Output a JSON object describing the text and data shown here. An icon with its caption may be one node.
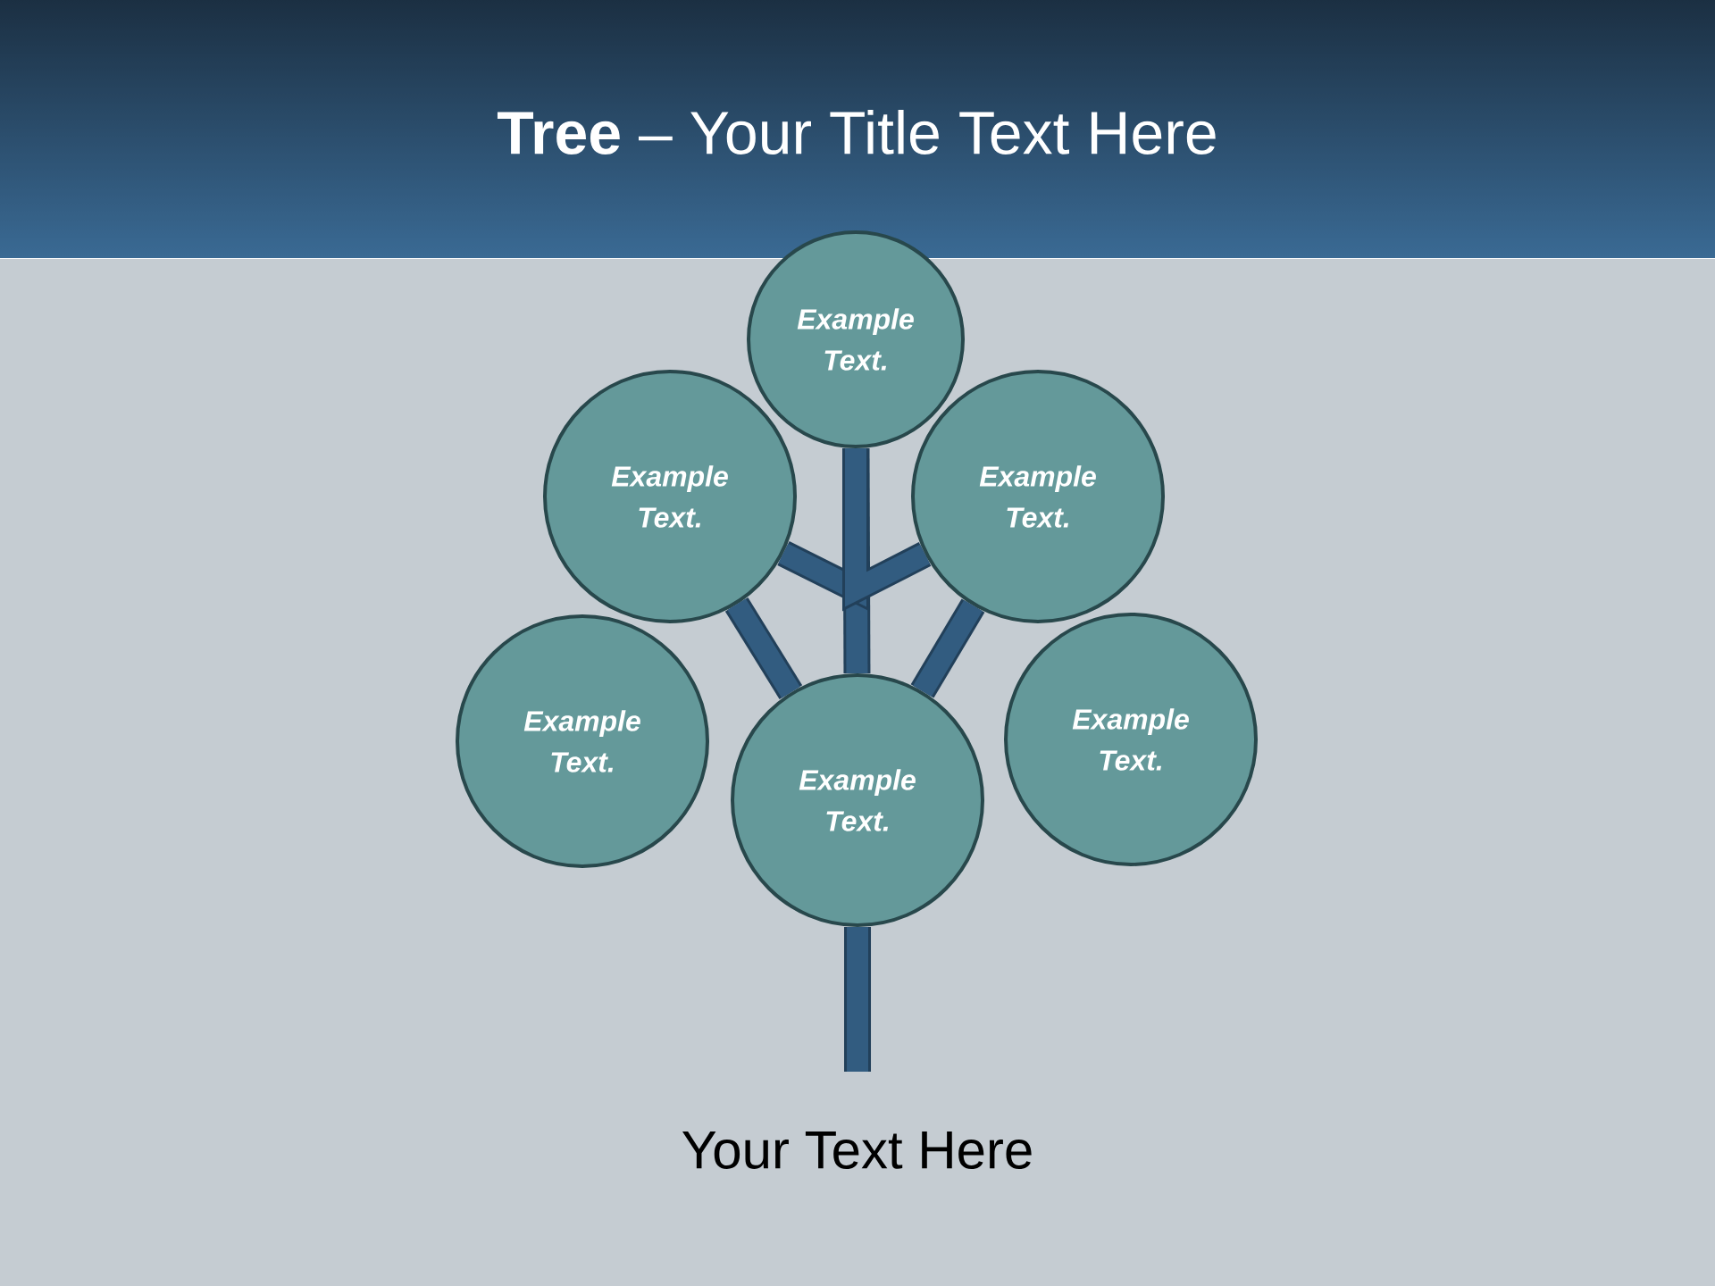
{
  "diagram": {
    "title": "**Tree** – Your Title Text Here",
    "caption": "Your Text Here",
    "nodes": [
      {
        "text": [
          "Example Text."
        ]
      },
      {
        "text": [
          "Example Text."
        ]
      },
      {
        "text": [
          "Example Text."
        ]
      },
      {
        "text": [
          "Example Text."
        ]
      },
      {
        "text": [
          "Example Text."
        ]
      },
      {
        "text": [
          "Example Text."
        ]
      }
    ],
    "edges": [
      {
        "from": 4,
        "to": 0,
        "arrow": "none"
      },
      {
        "from": 0,
        "to": 1,
        "arrow": "none"
      },
      {
        "from": 0,
        "to": 2,
        "arrow": "none"
      },
      {
        "from": 4,
        "to": 1,
        "arrow": "none"
      },
      {
        "from": 4,
        "to": 2,
        "arrow": "none"
      },
      {
        "from": null,
        "to": 4,
        "arrow": "none"
      }
    ]
  }
}
